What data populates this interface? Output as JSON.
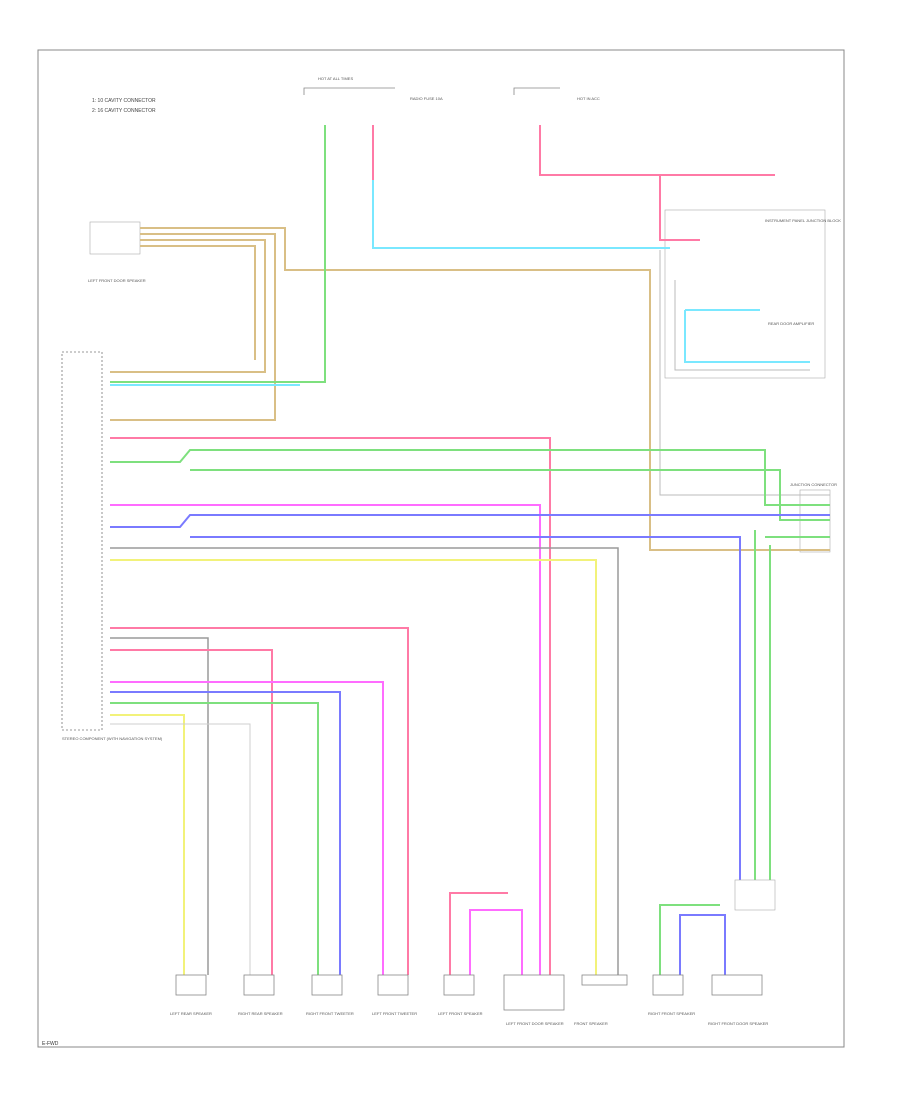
{
  "legend": {
    "line1": "1: 10 CAVITY CONNECTOR",
    "line2": "2: 16 CAVITY CONNECTOR"
  },
  "header": {
    "fuse_block": "HOT AT ALL TIMES",
    "igniter": "RADIO FUSE 10A",
    "unit_label": "HOT IN ACC"
  },
  "labels": {
    "left_front": "LEFT FRONT DOOR SPEAKER",
    "stereo": "STEREO COMPONENT (WITH NAVIGATION SYSTEM)",
    "junction": "INSTRUMENT PANEL JUNCTION BLOCK",
    "rear_amp": "REAR DOOR AMPLIFIER",
    "right_conn": "JUNCTION CONNECTOR",
    "footer": "E-FWD"
  },
  "bottom_labels": [
    "LEFT REAR SPEAKER",
    "RIGHT REAR SPEAKER",
    "RIGHT FRONT TWEETER",
    "LEFT FRONT TWEETER",
    "LEFT FRONT SPEAKER",
    "LEFT FRONT DOOR SPEAKER",
    "FRONT SPEAKER",
    "RIGHT FRONT SPEAKER",
    "RIGHT FRONT DOOR SPEAKER"
  ],
  "colors": {
    "green": "#7ee07e",
    "pink": "#ff7aa6",
    "cyan": "#7ae8ff",
    "tan": "#d9bf86",
    "yellow": "#f2f27a",
    "magenta": "#ff6cff",
    "blue": "#7a7aff",
    "gray": "#9a9a9a"
  }
}
